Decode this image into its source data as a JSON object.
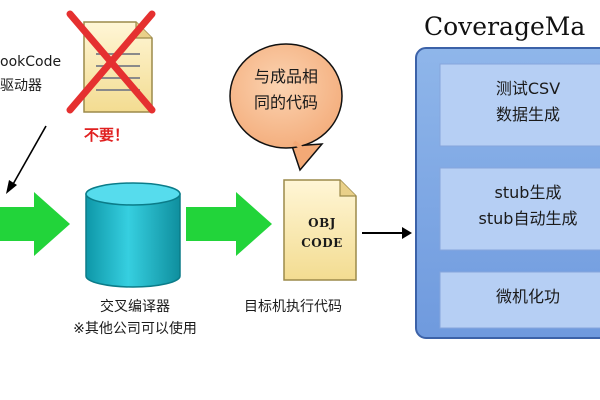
{
  "left_label": {
    "line1": "ookCode",
    "line2": "驱动器"
  },
  "not_needed": "不要！",
  "bubble": {
    "line1": "与成品相",
    "line2": "同的代码"
  },
  "obj_file": {
    "line1": "OBJ",
    "line2": "CODE"
  },
  "compiler": {
    "line1": "交叉编译器",
    "line2": "※其他公司可以使用"
  },
  "target_exec": "目标机执行代码",
  "coverage_panel": {
    "title": "CoverageMa",
    "items": [
      {
        "line1": "测试CSV",
        "line2": "数据生成"
      },
      {
        "line1": "stub生成",
        "line2": "stub自动生成"
      },
      {
        "line1": "微机化功",
        "line2": ""
      }
    ]
  },
  "colors": {
    "arrow_green": "#22d43a",
    "cylinder_cyan": "#16b3c3",
    "panel_blue": "#7da7e3",
    "item_box_blue": "#b6cff4",
    "bubble_orange": "#f6b98a",
    "cross_red": "#e53030",
    "not_needed_red": "#e02020"
  }
}
